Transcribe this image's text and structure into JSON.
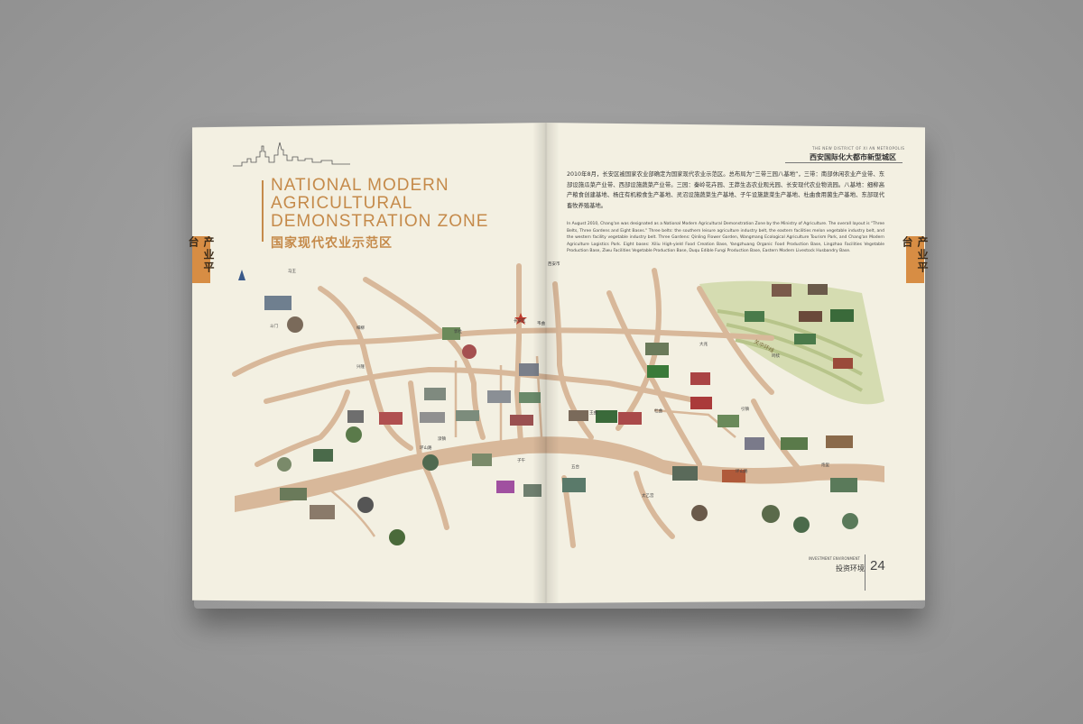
{
  "left_page": {
    "title_lines": [
      "NATIONAL MODERN",
      "AGRICULTURAL",
      "DEMONSTRATION ZONE"
    ],
    "title_cn": "国家现代农业示范区",
    "side_tab": "产业平台"
  },
  "right_page": {
    "header_en": "THE NEW DISTRICT OF XI AN METROPOLIS",
    "header_cn": "西安国际化大都市新型城区",
    "side_tab": "产业平台",
    "body_cn": "2010年8月，长安区被国家农业部确定为国家现代农业示范区。总布局为“三带三园八基地”，三带：南部休闲农业产业带、东部设施瓜菜产业带、西部设施蔬菜产业带。三园：秦岭花卉园、王莽生态农业观光园、长安现代农业物流园。八基地：细柳高产粮食创建基地、杨庄有机粮食生产基地、灵沼设施蔬菜生产基地、子午设施蔬菜生产基地、杜曲食用菌生产基地、东部现代畜牧养殖基地。",
    "body_en": "In August 2010, Chang'an was designated as a National Modern Agricultural Demonstration Zone by the Ministry of Agriculture. The overall layout is \"Three Belts, Three Gardens and Eight Bases.\" Three belts: the southern leisure agriculture industry belt, the eastern facilities melon vegetable industry belt, and the western facility vegetable industry belt. Three Gardens: Qinling Flower Garden, Wangmang Ecological Agriculture Tourism Park, and Chang'an Modern Agriculture Logistics Park. Eight bases: Xiliu High-yield Food Creation Base, Yangzhuang Organic Food Production Base, Lingzhao Facilities Vegetable Production Base, Ziwu Facilities Vegetable Production Base, Duqu Edible Fungi Production Base, Eastern Modern Livestock Husbandry Base.",
    "footer_en": "INVESTMENT ENVIRONMENT",
    "footer_cn": "投资环境",
    "page_number": "24"
  },
  "map": {
    "labels": [
      "西安市",
      "长安区",
      "马王",
      "斗门",
      "细柳",
      "郭杜",
      "韦曲",
      "兴隆",
      "引镇",
      "大兆",
      "杜曲",
      "王曲",
      "子午",
      "滦镇",
      "太乙宫",
      "五台",
      "鸣犊",
      "炮里"
    ],
    "road_label": "环山路",
    "highway_label": "关中环线",
    "colors": {
      "road": "#d8b89a",
      "water": "#e8dfc8",
      "accent": "#c58a4a",
      "star": "#c0392b"
    }
  }
}
